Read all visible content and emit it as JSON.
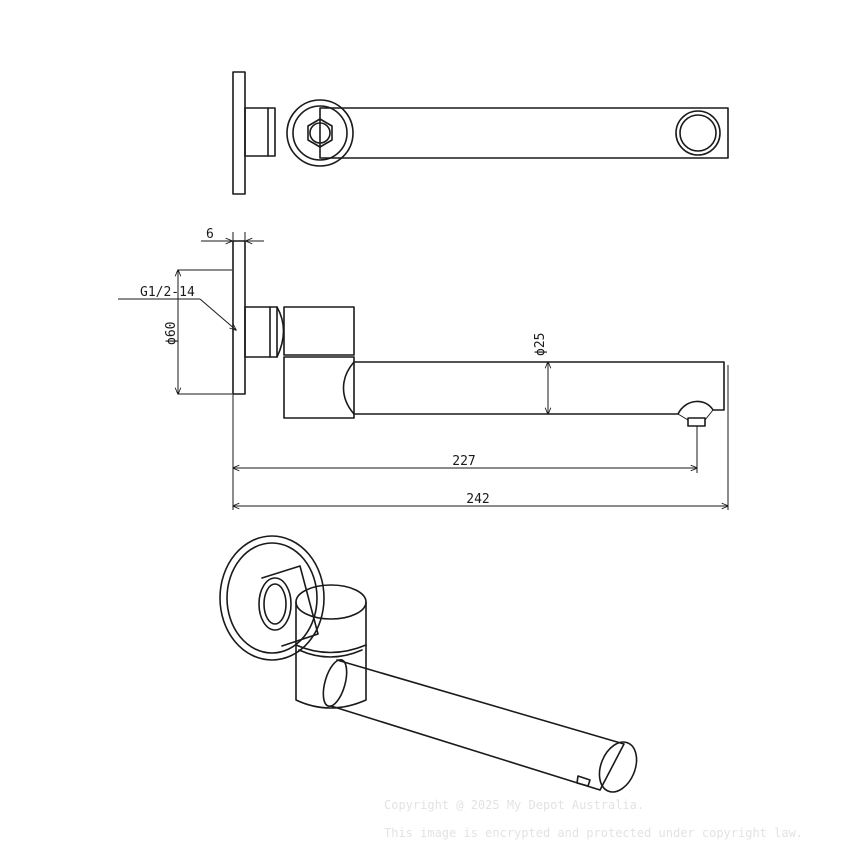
{
  "dimensions": {
    "flange_thickness": "6",
    "thread": "G1/2-14",
    "flange_diameter": "ϕ60",
    "spout_diameter": "ϕ25",
    "outlet_length": "227",
    "overall_length": "242"
  },
  "watermark": {
    "line1": "Copyright @ 2025 My Depot Australia.",
    "line2": "This image is encrypted and protected under copyright law."
  },
  "colors": {
    "line": "#1a1a1a",
    "watermark": "#e3e3e3"
  }
}
